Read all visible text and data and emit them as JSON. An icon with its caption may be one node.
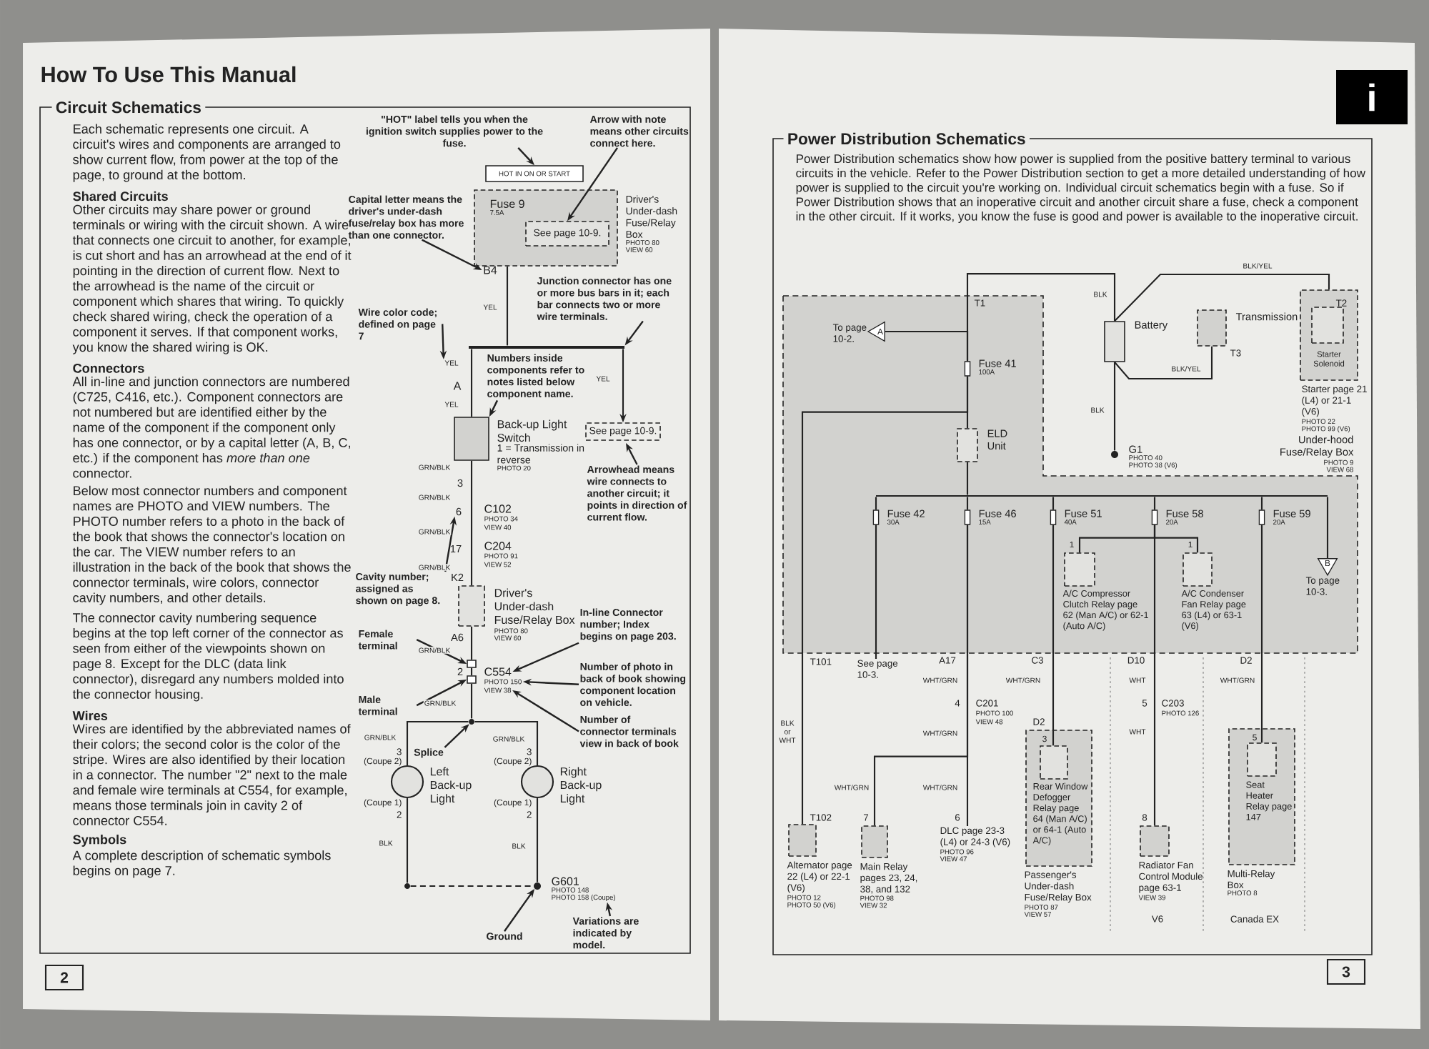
{
  "diagram": {
    "title": "How To Use This Manual",
    "nodes": [
      {
        "text": [
          "HOT IN ON OR START"
        ]
      },
      {
        "text": [
          "Fuse 9",
          "7.5A"
        ],
        "beside": [
          "Driver's Under-dash Fuse/Relay Box",
          "PHOTO 80",
          "VIEW 60"
        ]
      },
      {
        "text": [
          "See page 10-9."
        ],
        "in": 1
      },
      {
        "text": [],
        "shape": "bar"
      },
      {
        "text": [
          "See page 10-9."
        ]
      },
      {
        "text": [],
        "shape": "box",
        "beside": [
          "Back-up Light Switch",
          "1 = Transmission in reverse",
          "PHOTO 20"
        ]
      },
      {
        "text": [],
        "shape": "box",
        "beside": [
          "Driver's Under-dash Fuse/Relay Box",
          "PHOTO 80",
          "VIEW 60"
        ]
      },
      {
        "text": [],
        "shape": "circle"
      },
      {
        "text": [],
        "shape": "circle",
        "beside": [
          "Left Back-up Light"
        ]
      },
      {
        "text": [],
        "shape": "circle",
        "beside": [
          "Right Back-up Light"
        ]
      },
      {
        "text": [],
        "shape": "circle"
      },
      {
        "text": [],
        "shape": "circle",
        "beside": [
          "G601",
          "PHOTO 148",
          "PHOTO 158 (Coupe)"
        ]
      },
      {
        "text": [
          "\"HOT\" label tells you when the ignition switch supplies power to the fuse."
        ]
      },
      {
        "text": [
          "Arrow with note means other circuits connect here."
        ]
      },
      {
        "text": [
          "Capital letter means the driver's under-dash fuse/relay box has more than one connector."
        ]
      },
      {
        "text": [
          "Junction connector has one or more bus bars in it; each bar connects two or more wire terminals."
        ]
      },
      {
        "text": [
          "Wire color code; defined on page 7"
        ]
      },
      {
        "text": [
          "Numbers inside components refer to notes listed below component name."
        ]
      },
      {
        "text": [
          "Arrowhead means wire connects to another circuit; it points in direction of current flow."
        ]
      },
      {
        "text": [
          "Cavity number; assigned as shown on page 8."
        ]
      },
      {
        "text": [
          "Female terminal"
        ]
      },
      {
        "text": [
          "In-line Connector number; Index begins on page 203."
        ]
      },
      {
        "text": [
          "Number of photo in back of book showing component location on vehicle."
        ]
      },
      {
        "text": [
          "Male terminal"
        ]
      },
      {
        "text": [
          "Number of connector terminals view in back of book"
        ]
      },
      {
        "text": [
          "Splice"
        ]
      },
      {
        "text": [
          "Ground"
        ]
      },
      {
        "text": [
          "Variations are indicated by model."
        ]
      },
      {
        "text": [],
        "shape": "box",
        "beside": [
          "Under-hood Fuse/Relay Box",
          "PHOTO 9",
          "VIEW 68"
        ]
      },
      {
        "text": [],
        "shape": "box",
        "beside": [
          "Battery"
        ]
      },
      {
        "text": [],
        "shape": "box",
        "beside": [
          "Transmission"
        ]
      },
      {
        "text": [
          "Starter Solenoid"
        ],
        "beside": [
          "Starter page 21 (L4) or 21-1 (V6)",
          "PHOTO 22",
          "PHOTO 99 (V6)"
        ]
      },
      {
        "text": [],
        "shape": "box",
        "in": 31
      },
      {
        "text": [],
        "shape": "circle",
        "beside": [
          "G1",
          "PHOTO 40",
          "PHOTO 38 (V6)"
        ]
      },
      {
        "text": [
          "A"
        ],
        "beside": [
          "To page 10-2."
        ],
        "in": 28
      },
      {
        "text": [
          "Fuse 41",
          "100A"
        ],
        "in": 28
      },
      {
        "text": [],
        "shape": "box",
        "beside": [
          "ELD Unit"
        ],
        "in": 28
      },
      {
        "text": [],
        "shape": "bar",
        "in": 28
      },
      {
        "text": [
          "Fuse 42",
          "30A"
        ],
        "in": 28
      },
      {
        "text": [
          "Fuse 46",
          "15A"
        ],
        "in": 28
      },
      {
        "text": [
          "Fuse 51",
          "40A"
        ],
        "in": 28
      },
      {
        "text": [
          "Fuse 58",
          "20A"
        ],
        "in": 28
      },
      {
        "text": [
          "Fuse 59",
          "20A"
        ],
        "in": 28
      },
      {
        "text": [],
        "shape": "box",
        "beside": [
          "A/C Compressor Clutch Relay page 62 (Man A/C) or 62-1 (Auto A/C)"
        ],
        "in": 28
      },
      {
        "text": [],
        "shape": "box",
        "beside": [
          "A/C Condenser Fan Relay page 63 (L4) or 63-1 (V6)"
        ],
        "in": 28
      },
      {
        "text": [
          "B"
        ],
        "beside": [
          "To page 10-3."
        ],
        "in": 28
      },
      {
        "text": [
          "See page 10-3."
        ]
      },
      {
        "text": [],
        "shape": "box",
        "beside": [
          "Alternator page 22 (L4) or 22-1 (V6)",
          "PHOTO 12",
          "PHOTO 50 (V6)"
        ]
      },
      {
        "text": [],
        "shape": "box",
        "beside": [
          "Main Relay pages 23, 24, 38, and 132",
          "PHOTO 98",
          "VIEW 32"
        ]
      },
      {
        "text": [
          "DLC page 23-3 (L4) or 24-3 (V6)",
          "PHOTO 96",
          "VIEW 47"
        ]
      },
      {
        "text": [],
        "shape": "box",
        "beside": [
          "Passenger's Under-dash Fuse/Relay Box",
          "PHOTO 87",
          "VIEW 57"
        ]
      },
      {
        "text": [],
        "shape": "box",
        "beside": [
          "Rear Window Defogger Relay page 64 (Man A/C) or 64-1 (Auto A/C)"
        ],
        "in": 50
      },
      {
        "text": [],
        "shape": "box",
        "beside": [
          "Radiator Fan Control Module page 63-1",
          "VIEW 39"
        ]
      },
      {
        "text": [],
        "shape": "box",
        "beside": [
          "Multi-Relay Box",
          "PHOTO 8"
        ]
      },
      {
        "text": [],
        "shape": "box",
        "beside": [
          "Seat Heater Relay page 147"
        ],
        "in": 53
      },
      {
        "text": [
          "B4"
        ]
      },
      {
        "text": [
          "YEL"
        ]
      },
      {
        "text": [
          "6"
        ]
      },
      {
        "text": [],
        "shape": "box"
      },
      {
        "text": [],
        "shape": "box"
      },
      {
        "text": [
          "C554"
        ]
      },
      {
        "text": [
          "PHOTO 150"
        ]
      },
      {
        "text": [
          "VIEW 38"
        ]
      }
    ],
    "edges": [
      {
        "from": 1,
        "to": 3,
        "arrow": "none",
        "label": "YEL"
      },
      {
        "from": 3,
        "to": 5,
        "arrow": "none"
      },
      {
        "from": 3,
        "to": 4,
        "arrow": "to",
        "label": "YEL"
      },
      {
        "from": 5,
        "to": 6,
        "arrow": "none"
      },
      {
        "from": 6,
        "to": 58,
        "arrow": "none"
      },
      {
        "from": 7,
        "to": 8,
        "arrow": "none"
      },
      {
        "from": 7,
        "to": 9,
        "arrow": "none"
      },
      {
        "from": 8,
        "to": 10,
        "arrow": "none"
      },
      {
        "from": 10,
        "to": 11,
        "arrow": "none",
        "style": "dashed"
      },
      {
        "from": 9,
        "to": 11,
        "arrow": "none"
      },
      {
        "from": 12,
        "to": 0,
        "arrow": "to"
      },
      {
        "from": 13,
        "to": 2,
        "arrow": "to"
      },
      {
        "from": 14,
        "to": 55,
        "arrow": "to"
      },
      {
        "from": 15,
        "to": 3,
        "arrow": "to"
      },
      {
        "from": 16,
        "to": 56,
        "arrow": "to"
      },
      {
        "from": 17,
        "to": 5,
        "arrow": "to"
      },
      {
        "from": 18,
        "to": null,
        "arrow": "to"
      },
      {
        "from": 19,
        "to": 57,
        "arrow": "to"
      },
      {
        "from": 20,
        "to": 58,
        "arrow": "to"
      },
      {
        "from": 21,
        "to": 60,
        "arrow": "to"
      },
      {
        "from": 22,
        "to": 61,
        "arrow": "to"
      },
      {
        "from": 23,
        "to": 59,
        "arrow": "to"
      },
      {
        "from": 24,
        "to": 62,
        "arrow": "to"
      },
      {
        "from": 25,
        "to": 7,
        "arrow": "to"
      },
      {
        "from": 26,
        "to": 11,
        "arrow": "to"
      },
      {
        "from": 27,
        "to": 11,
        "arrow": "to"
      },
      {
        "from": 29,
        "to": 35,
        "arrow": "none",
        "label": "BLK"
      },
      {
        "from": 29,
        "to": 31,
        "arrow": "none",
        "label": "BLK/YEL"
      },
      {
        "from": 29,
        "to": 30,
        "arrow": "none",
        "label": "BLK/YEL"
      },
      {
        "from": 29,
        "to": 33,
        "arrow": "none",
        "label": "BLK"
      },
      {
        "from": 35,
        "to": 34,
        "arrow": "none"
      },
      {
        "from": 35,
        "to": 36,
        "arrow": "none"
      },
      {
        "from": 35,
        "to": 47,
        "arrow": "none",
        "label": "BLK or WHT"
      },
      {
        "from": 36,
        "to": 37,
        "arrow": "none"
      },
      {
        "from": 37,
        "to": 38,
        "arrow": "none"
      },
      {
        "from": 37,
        "to": 39,
        "arrow": "none"
      },
      {
        "from": 37,
        "to": 40,
        "arrow": "none"
      },
      {
        "from": 37,
        "to": 41,
        "arrow": "none"
      },
      {
        "from": 37,
        "to": 42,
        "arrow": "none"
      },
      {
        "from": 37,
        "to": 45,
        "arrow": "none"
      },
      {
        "from": 38,
        "to": 46,
        "arrow": "none"
      },
      {
        "from": 39,
        "to": 49,
        "arrow": "none"
      },
      {
        "from": 39,
        "to": 48,
        "arrow": "none"
      },
      {
        "from": 40,
        "to": 51,
        "arrow": "none"
      },
      {
        "from": 41,
        "to": 43,
        "arrow": "none"
      },
      {
        "from": 41,
        "to": 44,
        "arrow": "none"
      },
      {
        "from": 41,
        "to": 52,
        "arrow": "none"
      },
      {
        "from": 42,
        "to": 54,
        "arrow": "none"
      },
      {
        "from": 58,
        "to": 59,
        "arrow": "none"
      },
      {
        "from": 59,
        "to": 7,
        "arrow": "none"
      }
    ],
    "labels": [
      "Circuit Schematics",
      "Each schematic represents one circuit. A circuit's wires and components are arranged to show current flow, from power at the top of the page, to ground at the bottom.",
      "Shared Circuits",
      "Other circuits may share power or ground terminals or wiring with the circuit shown. A wire that connects one circuit to another, for example, is cut short and has an arrowhead at the end of it pointing in the direction of current flow. Next to the arrowhead is the name of the circuit or component which shares that wiring. To quickly check shared wiring, check the operation of a component it serves. If that component works, you know the shared wiring is OK.",
      "Connectors",
      "All in-line and junction connectors are numbered (C725, C416, etc.). Component connectors are not numbered but are identified either by the name of the component if the component only has one connector, or by a capital letter (A, B, C, etc.) if the component has *more than one* connector.",
      "Below most connector numbers and component names are PHOTO and VIEW numbers. The PHOTO number refers to a photo in the back of the book that shows the connector's location on the car. The VIEW number refers to an illustration in the back of the book that shows the connector terminals, wire colors, connector cavity numbers, and other details.",
      "The connector cavity numbering sequence begins at the top left corner of the connector as seen from either of the viewpoints shown on page 8. Except for the DLC (data link connector), disregard any numbers molded into the connector housing.",
      "Wires",
      "Wires are identified by the abbreviated names of their colors; the second color is the color of the stripe. Wires are also identified by their location in a connector. The number \"2\" next to the male and female wire terminals at C554, for example, means those terminals join in cavity 2 of connector C554.",
      "Symbols",
      "A complete description of schematic symbols begins on page 7.",
      "A",
      "YEL",
      "GRN/BLK",
      "3",
      "GRN/BLK",
      "C102",
      "PHOTO 34",
      "VIEW 40",
      "GRN/BLK",
      "17",
      "C204",
      "PHOTO 91",
      "VIEW 52",
      "GRN/BLK",
      "K2",
      "A6",
      "GRN/BLK",
      "2",
      "GRN/BLK",
      "GRN/BLK",
      "3",
      "(Coupe 2)",
      "(Coupe 1)",
      "2",
      "BLK",
      "GRN/BLK",
      "3",
      "(Coupe 2)",
      "(Coupe 1)",
      "2",
      "BLK",
      "Power Distribution Schematics",
      "Power Distribution schematics show how power is supplied from the positive battery terminal to various circuits in the vehicle. Refer to the Power Distribution section to get a more detailed understanding of how power is supplied to the circuit you're working on. Individual circuit schematics begin with a fuse. So if Power Distribution shows that an inoperative circuit and another circuit share a fuse, check a component in the other circuit. If it works, you know the fuse is good and power is available to the inoperative circuit.",
      "T1",
      "T2",
      "T3",
      "T101",
      "T102",
      "A17",
      "WHT/GRN",
      "4",
      "C201",
      "PHOTO 100",
      "VIEW 48",
      "WHT/GRN",
      "WHT/GRN",
      "WHT/GRN",
      "7",
      "6",
      "C3",
      "WHT/GRN",
      "D2",
      "3",
      "D10",
      "WHT",
      "5",
      "C203",
      "PHOTO 126",
      "WHT",
      "8",
      "D2",
      "WHT/GRN",
      "5",
      "1",
      "1",
      "V6",
      "Canada EX",
      "2",
      "3",
      "i"
    ]
  }
}
